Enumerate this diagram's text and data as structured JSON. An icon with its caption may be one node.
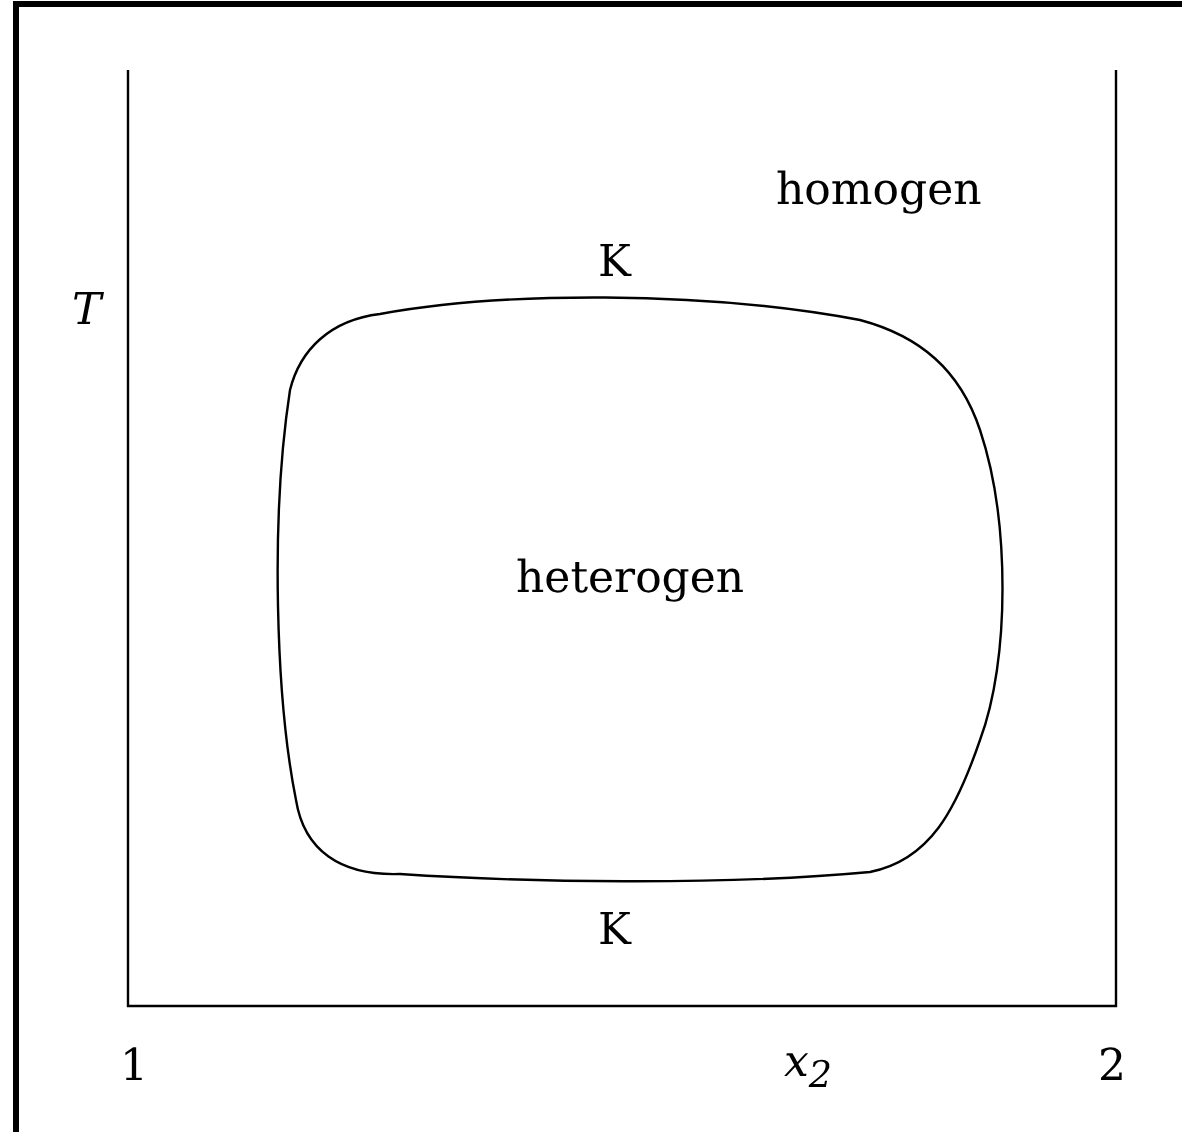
{
  "diagram": {
    "nodes": [
      {
        "text": [
          "heterogen"
        ],
        "beside": [
          "K",
          "K"
        ]
      }
    ],
    "edges": [],
    "labels": [
      "homogen",
      "T",
      "1",
      "x$_{2}$",
      "2"
    ]
  }
}
